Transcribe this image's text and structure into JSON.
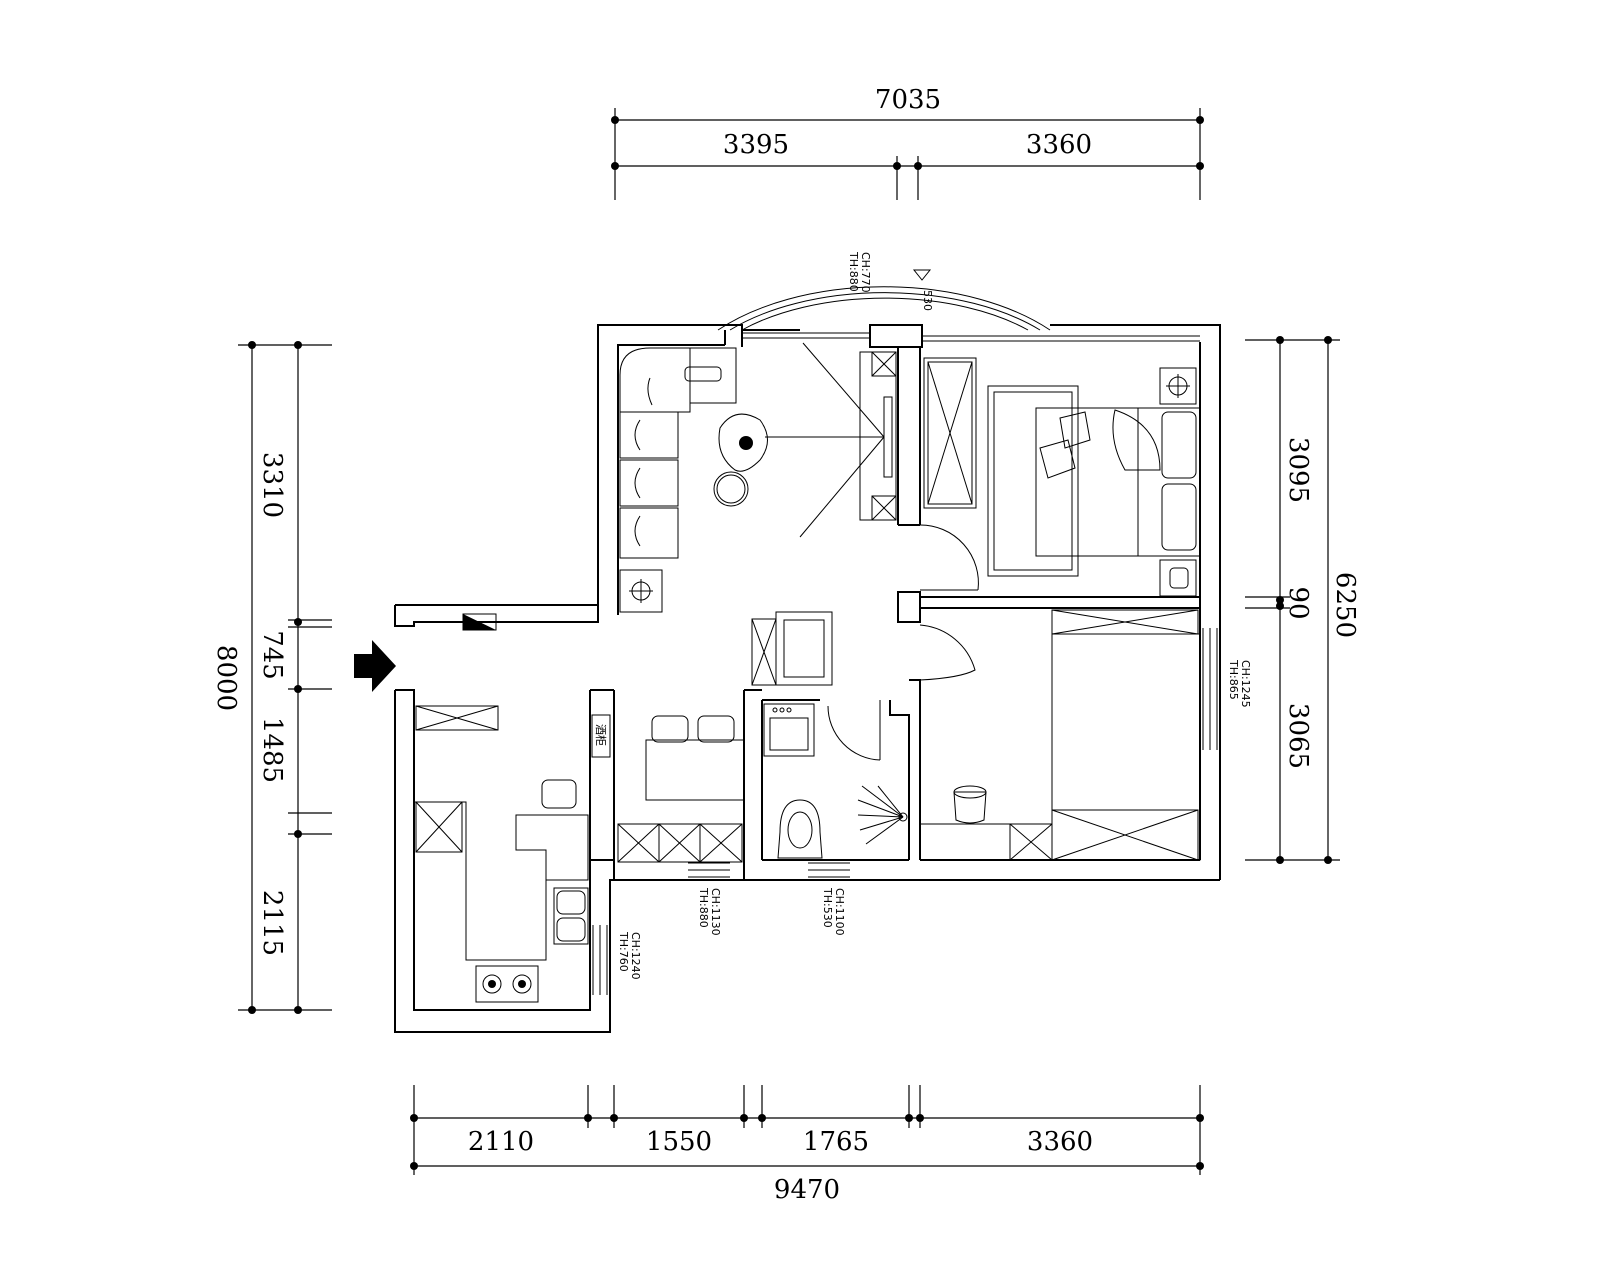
{
  "dimensions": {
    "top_total": "7035",
    "top_left": "3395",
    "top_right": "3360",
    "bottom_1": "2110",
    "bottom_2": "1550",
    "bottom_3": "1765",
    "bottom_4": "3360",
    "bottom_total": "9470",
    "left_1": "3310",
    "left_2": "745",
    "left_3": "1485",
    "left_4": "2115",
    "left_total": "8000",
    "right_1": "3095",
    "right_2": "90",
    "right_3": "3065",
    "right_total": "6250"
  },
  "window_labels": {
    "top_window": {
      "ch": "CH:770",
      "th": "TH:880"
    },
    "top_sill": "530",
    "right_window": {
      "ch": "CH:1245",
      "th": "TH:865"
    },
    "kitchen_window": {
      "ch": "CH:1240",
      "th": "TH:760"
    },
    "dining_window": {
      "ch": "CH:1130",
      "th": "TH:880"
    },
    "bath_window": {
      "ch": "CH:1100",
      "th": "TH:530"
    }
  },
  "furniture_labels": {
    "wine_cabinet": "酒柜"
  }
}
